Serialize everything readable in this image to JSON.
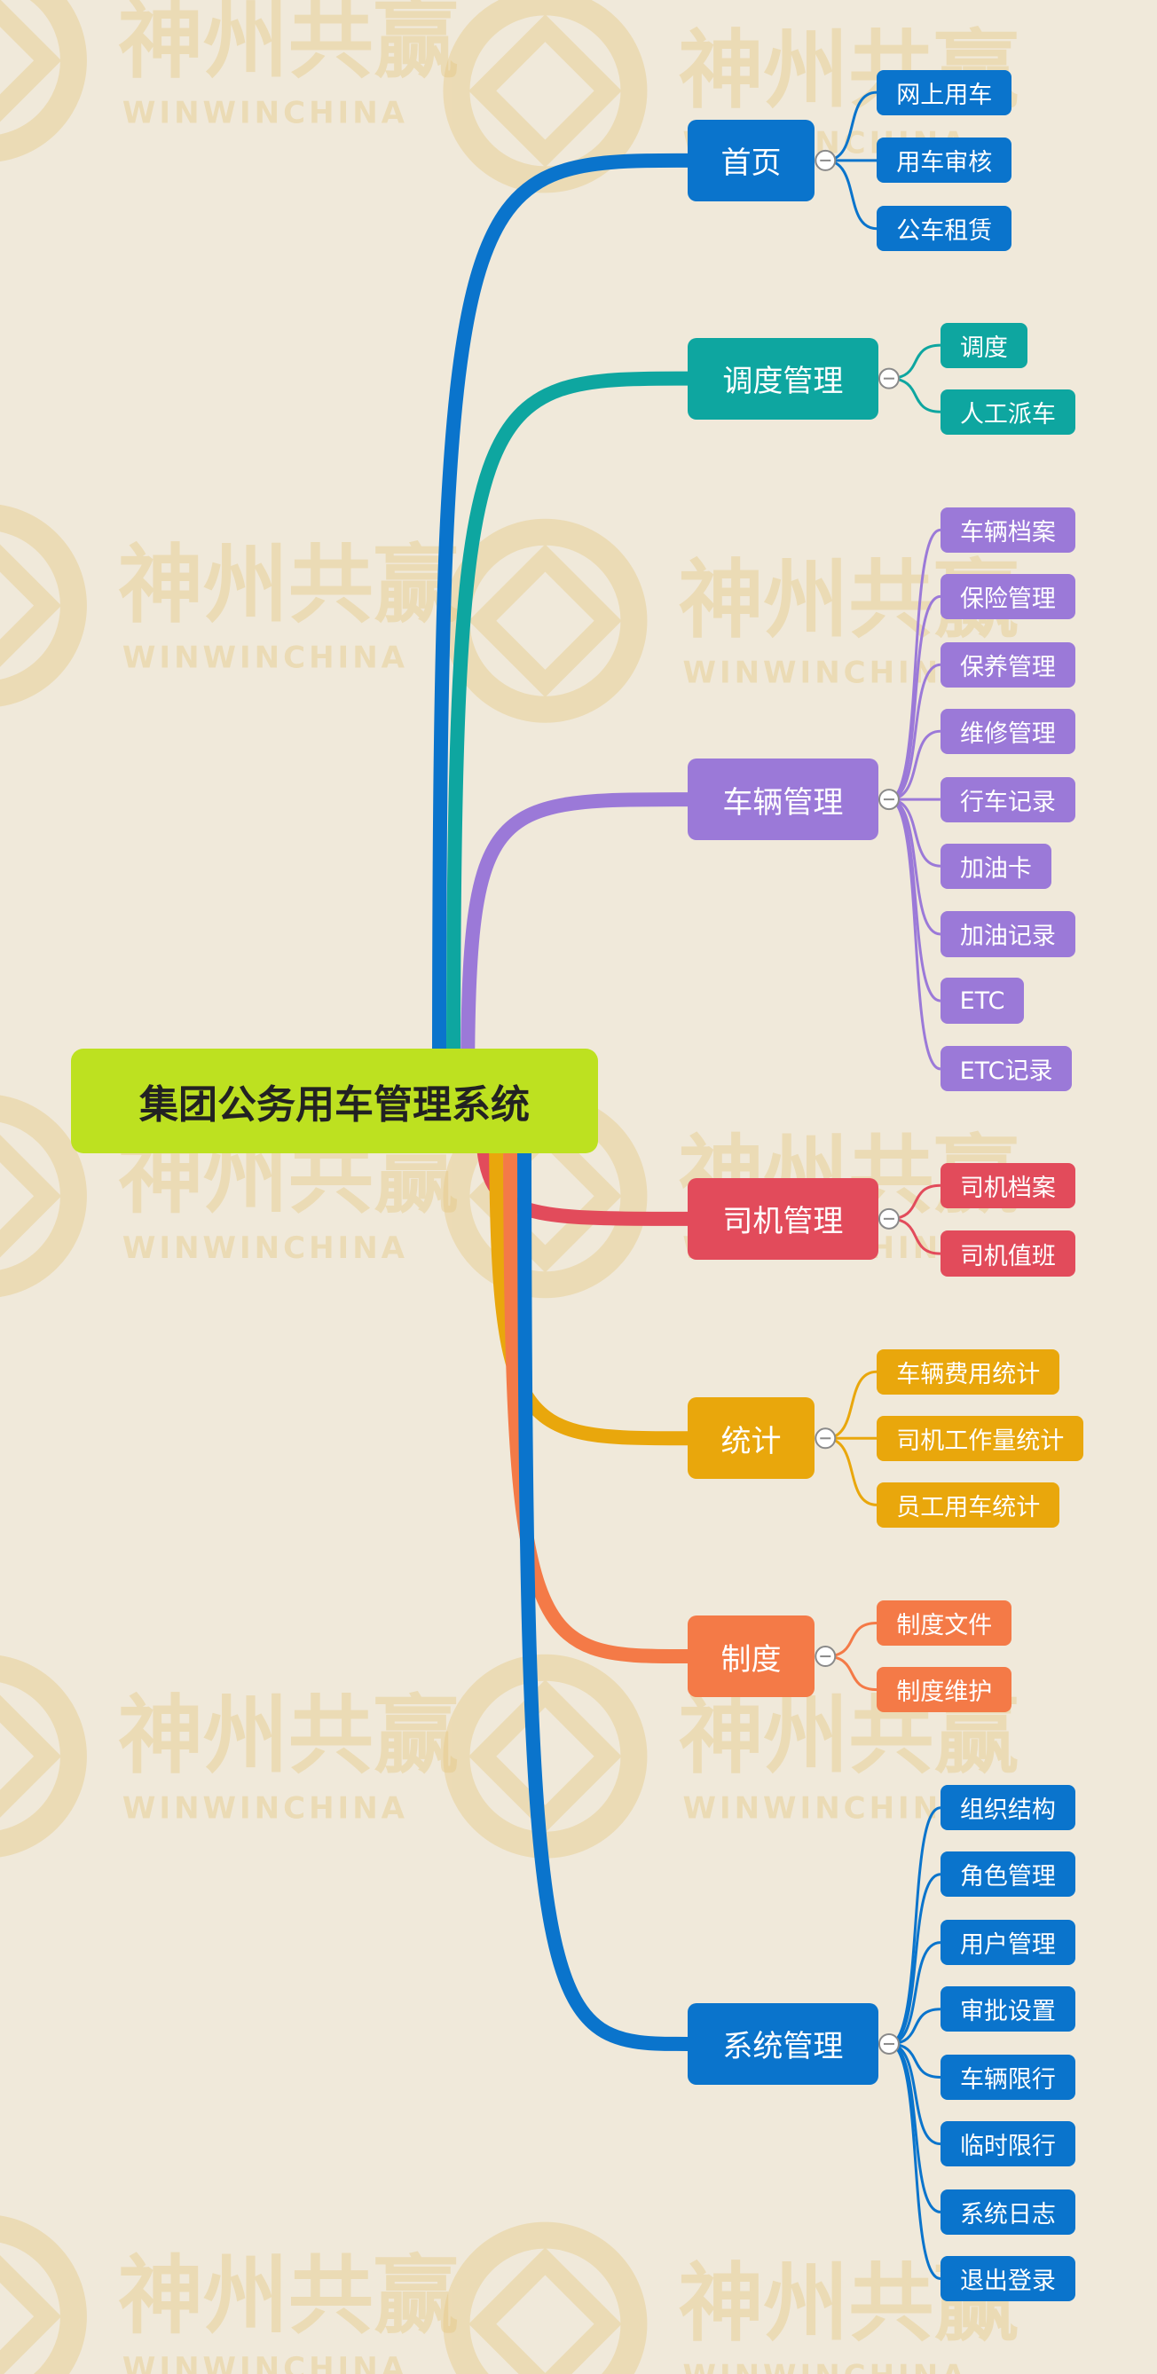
{
  "root": {
    "label": "集团公务用车管理系统",
    "color": "#bde120"
  },
  "branches": [
    {
      "label": "首页",
      "color": "#0a74cc",
      "children": [
        "网上用车",
        "用车审核",
        "公车租赁"
      ]
    },
    {
      "label": "调度管理",
      "color": "#0ea6a0",
      "children": [
        "调度",
        "人工派车"
      ]
    },
    {
      "label": "车辆管理",
      "color": "#9b79d8",
      "children": [
        "车辆档案",
        "保险管理",
        "保养管理",
        "维修管理",
        "行车记录",
        "加油卡",
        "加油记录",
        "ETC",
        "ETC记录"
      ]
    },
    {
      "label": "司机管理",
      "color": "#e24b5b",
      "children": [
        "司机档案",
        "司机值班"
      ]
    },
    {
      "label": "统计",
      "color": "#e9a70c",
      "children": [
        "车辆费用统计",
        "司机工作量统计",
        "员工用车统计"
      ]
    },
    {
      "label": "制度",
      "color": "#f47a47",
      "children": [
        "制度文件",
        "制度维护"
      ]
    },
    {
      "label": "系统管理",
      "color": "#0a74cc",
      "children": [
        "组织结构",
        "角色管理",
        "用户管理",
        "审批设置",
        "车辆限行",
        "临时限行",
        "系统日志",
        "退出登录"
      ]
    }
  ],
  "watermark": {
    "text": "神州共赢",
    "subtext": "WINWINCHINA",
    "color": "#e6c883"
  }
}
